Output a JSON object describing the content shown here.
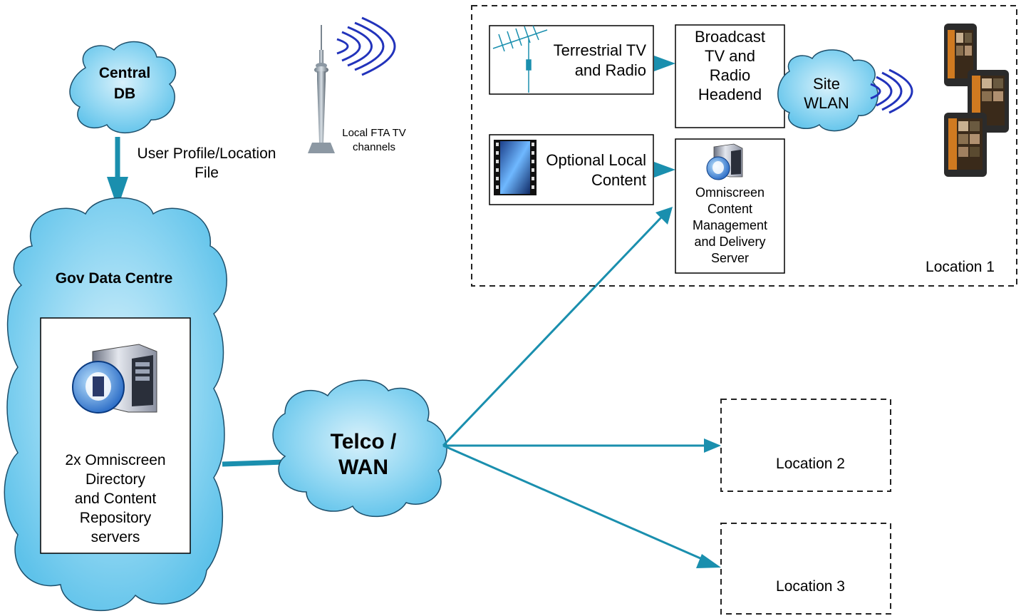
{
  "central_db": {
    "label_line1": "Central",
    "label_line2": "DB"
  },
  "profile_arrow": {
    "line1": "User Profile/Location",
    "line2": "File"
  },
  "tower": {
    "line1": "Local FTA TV",
    "line2": "channels"
  },
  "gov_dc": {
    "title": "Gov Data Centre",
    "servers": [
      "2x Omniscreen",
      "Directory",
      "and Content",
      "Repository",
      "servers"
    ]
  },
  "wan": {
    "line1": "Telco /",
    "line2": "WAN"
  },
  "location1": {
    "label": "Location 1",
    "terrestrial": [
      "Terrestrial TV",
      "and Radio"
    ],
    "headend": [
      "Broadcast",
      "TV and",
      "Radio",
      "Headend"
    ],
    "wlan": [
      "Site",
      "WLAN"
    ],
    "local_content": [
      "Optional Local",
      "Content"
    ],
    "cms": [
      "Omniscreen",
      "Content",
      "Management",
      "and Delivery",
      "Server"
    ]
  },
  "location2": {
    "label": "Location 2"
  },
  "location3": {
    "label": "Location 3"
  },
  "colors": {
    "cloud_fill": "#87d3f0",
    "cloud_stroke": "#1d4f6b",
    "arrow": "#1a8fae",
    "wave": "#2233bb"
  },
  "icons": [
    "antenna-icon",
    "film-icon",
    "server-icon",
    "tower-icon",
    "tablet-icon",
    "wireless-waves-icon"
  ]
}
